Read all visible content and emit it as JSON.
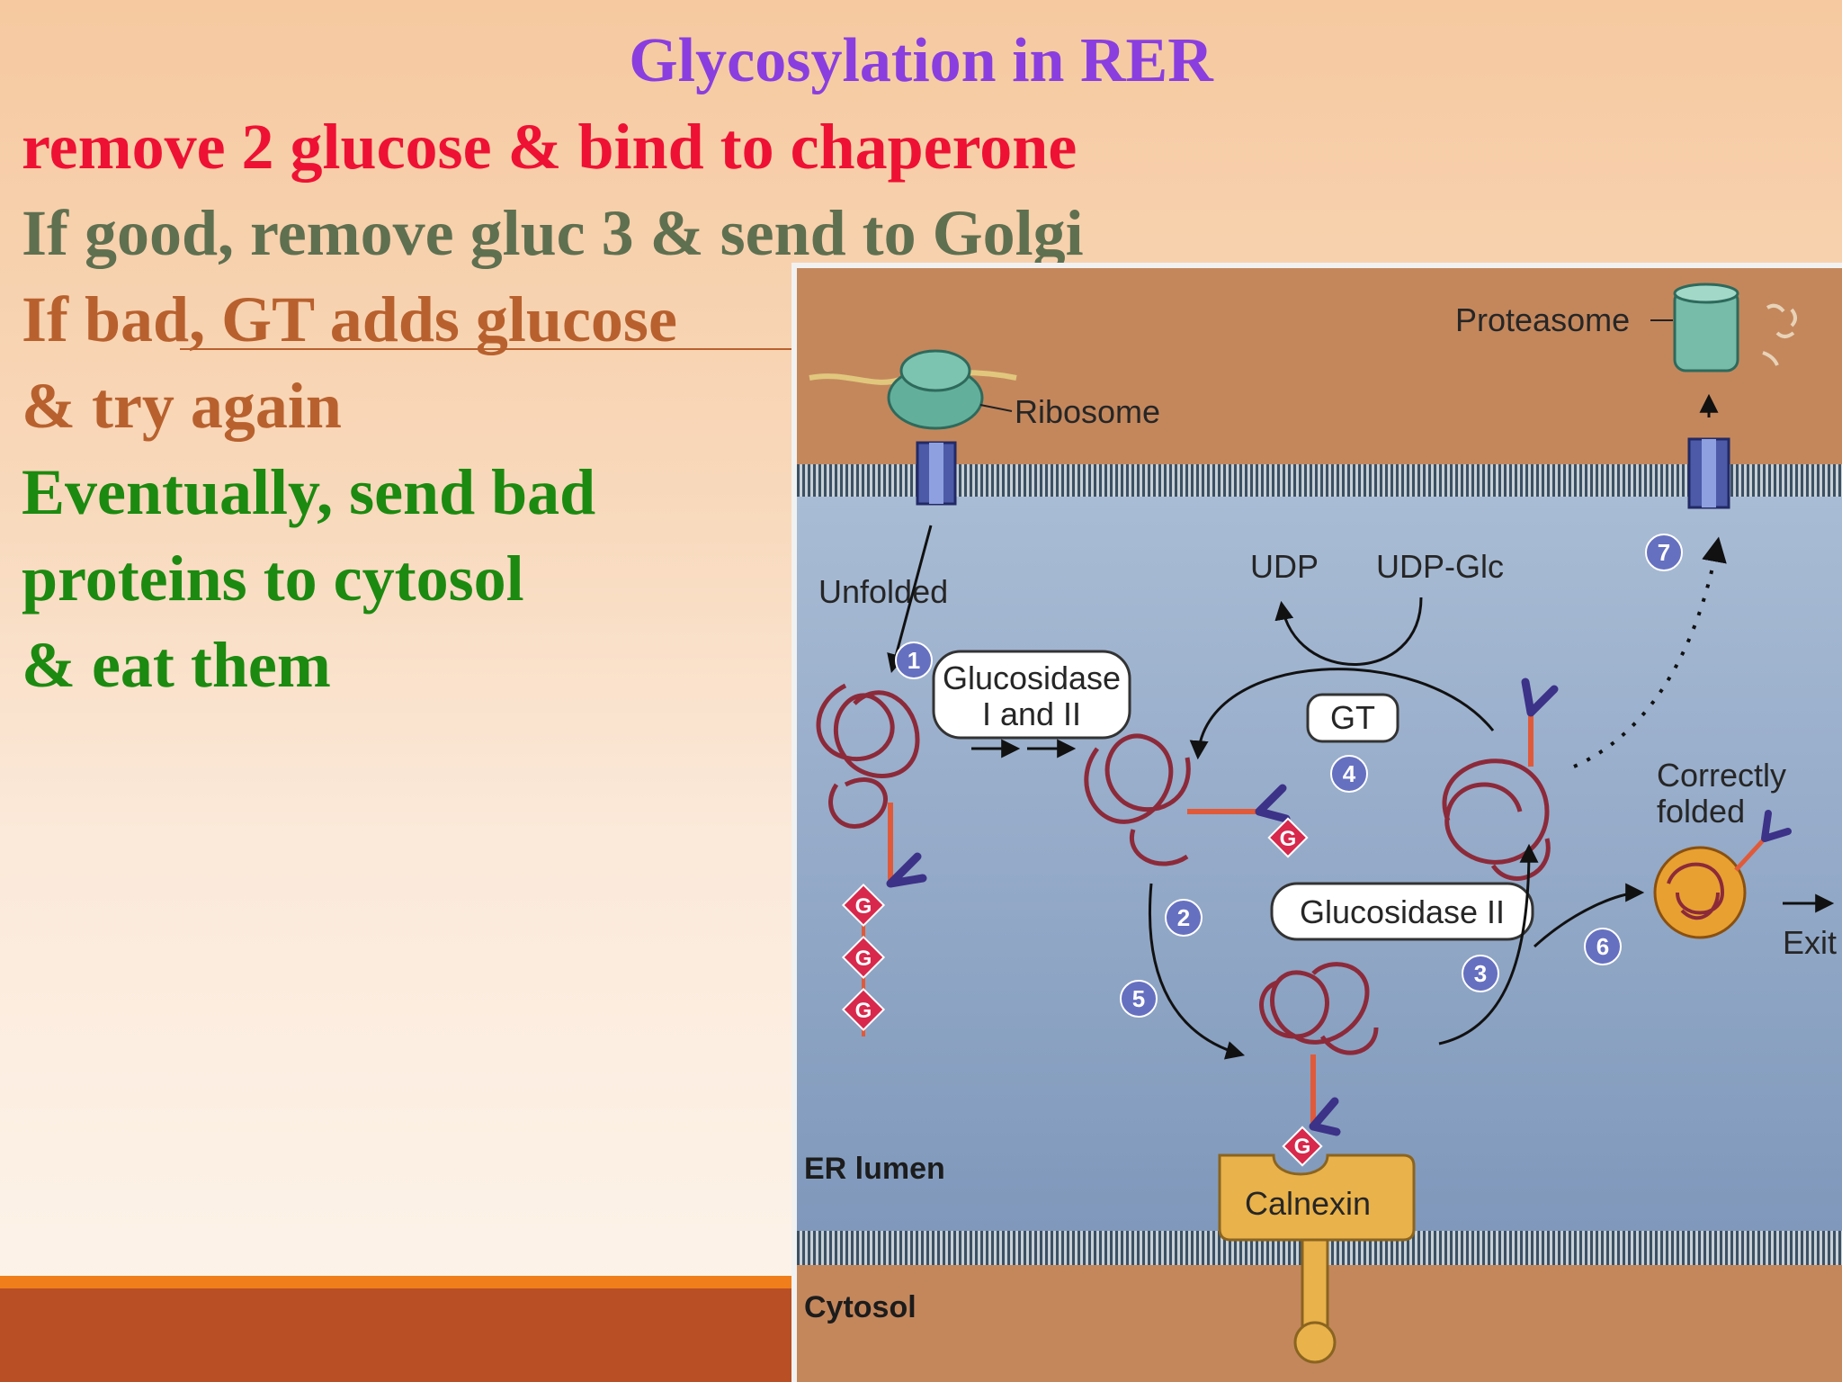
{
  "slide": {
    "title": "Glycosylation in RER",
    "lines": [
      "remove 2 glucose & bind to chaperone",
      "If good, remove gluc 3 & send to Golgi",
      "If bad, GT adds glucose",
      "& try again",
      "Eventually, send bad",
      "proteins to cytosol",
      "& eat them"
    ],
    "colors": {
      "title": "#8a3ee0",
      "line1": "#ee1133",
      "line2": "#5f7050",
      "lines3_4": "#b8612e",
      "lines5_7": "#1c8a10"
    }
  },
  "diagram": {
    "labels": {
      "proteasome": "Proteasome",
      "ribosome": "Ribosome",
      "unfolded": "Unfolded",
      "udp": "UDP",
      "udp_glc": "UDP-Glc",
      "glucosidase_1_2_line1": "Glucosidase",
      "glucosidase_1_2_line2": "I and II",
      "gt": "GT",
      "glucosidase_2": "Glucosidase II",
      "correctly_folded_line1": "Correctly",
      "correctly_folded_line2": "folded",
      "exit": "Exit",
      "er_lumen": "ER lumen",
      "calnexin": "Calnexin",
      "cytosol": "Cytosol",
      "glucose": "G"
    },
    "steps": [
      "1",
      "2",
      "3",
      "4",
      "5",
      "6",
      "7"
    ],
    "colors": {
      "membrane_region": "#c4875c",
      "lumen": "#8ca4c4",
      "step_badge": "#6670c0",
      "glucose": "#d8284c",
      "calnexin": "#e9b24a",
      "proteasome": "#76bca8",
      "protein_chain": "#8c2a3a"
    }
  }
}
